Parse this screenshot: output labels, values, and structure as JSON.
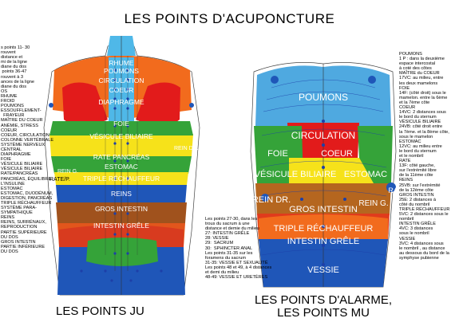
{
  "title": "LES POINTS D'ACUPONCTURE",
  "caption_ju": "LES POINTS JU",
  "caption_mu_line1": "LES POINTS D'ALARME,",
  "caption_mu_line2": "LES POINTS MU",
  "back_labels": {
    "rhume": "RHUME",
    "poumons": "POUMONS",
    "circulation": "CIRCULATION",
    "coeur": "COEUR",
    "diaphragme": "DIAPHRAGME",
    "foie": "FOIE",
    "vesicule": "VÉSICULE BILIAIRE",
    "rate_pancreas": "RATE PANCRÉAS",
    "estomac": "ESTOMAC",
    "triple": "TRIPLE RÉCHAUFFEUR",
    "reins": "REINS",
    "gros_intestin": "GROS INTESTIN",
    "intestin_grele": "INTESTIN GRÊLE",
    "rein_g": "REIN G.",
    "rate_p": "RATE/P.",
    "rein_dr": "REIN DR."
  },
  "front_labels": {
    "poumons": "POUMONS",
    "circulation": "CIRCULATION",
    "foie": "FOIE",
    "coeur": "COEUR",
    "vesicule": "VÉSICULE BILIAIRE",
    "estomac": "ESTOMAC",
    "rein_dr": "REIN DR.",
    "rate": "RATE",
    "gros_intestin": "GROS INTESTIN",
    "rein_g": "REIN G.",
    "triple": "TRIPLE RÉCHAUFFEUR",
    "intestin_grele": "INTESTIN GRÊLE",
    "vessie": "VESSIE"
  },
  "left_text": "s points 11- 30\nrouvent\ndistance et\nmi de la ligne\ndiane du dos\n points 36-47\nrouvent à 3\nances de la ligne\ndiane du dos\nOS\nRHUME\nFROID\nPOUMONS\nESSOUFFLEMENT-\n  FRAYEUR\nMAÎTRE DU COEUR\nANÉMIE, STRESS\nCOEUR\nCOEUR, CIRCULATION\nCOLONNE VERTÉBRALE\nSYSTÈME NERVEUX\nCENTRAL\nDIAPHRAGME\nFOIE\nVÉSICULE BILIAIRE\nVÉSICULE BILIAIRE\nRATE/PANCRÉAS\nPANCRÉAS, ÉQUILIBRE\nL'INSULINE\nESTOMAC\nESTOMAC, DUODÉNUM,\nDIGESTION, PANCRÉAS\nTRIPLE RÉCHAUFFEUR\nSYSTÈME PARA-\nSYMPATHIQUE\nREINS\nREINS, SURRÉNAUX,\nREPRODUCTION\nPARTIE SUPÉRIEURE\nDU DOS\nGROS INTESTIN\nPARTIE INFÉRIEURE\nDU DOS",
  "mid_text": "Les points 27-30, dans les\ntrous du sacrum à une\ndistance et demie du milieu\n27: INTESTIN GRÊLE\n28: VESSIE\n29:  SACRUM\n30:  SPHINCTER ANAL\nLes points 31-35 sur les\nforamens du sacrum\n31-35: VESSIE ET SEXUALITÉ\nLes points 48 et 49, à 4 distances\net demi du milieu\n48-49: VESSIE ET URETÈRES",
  "right_text": "POUMONS\n1 P : dans la deuxième\nespace intercostal\nà coté des côtes\nMAÎTRE du COEUR\n17VC: au milieu, entre\nles deux mamelons\nFOIE\n14F: (côté droit) sous le\nmamelon. entre la 6ème\net la 7ème côte\nCOEUR\n14VC: 2 distances sous\nle bord du sternum\nVÉSICULE BILIAIRE\n24VB: côté droit entre\nla 7ème. et la 8ème côte,\nsous le mamelon\nESTOMAC\n12VC: au milieu entre\nle bord du sternum\net le nombril\nRATE\n13F: côté gauche,\nsur l'extrémité libre\nde la 11ème côte\nREINS\n25VB: sur l'extrémité\nde la 12ème côte\nGROS INTESTIN\n25E: 2 distances à\ncôté du nombril\nTRIPLE RÉCHAUFFEUR\n5VC: 2 distances sous le\nnombril\nINTESTIN GRÊLE\n4VC: 3 distances\nsous le nombril\nVESSIE\n3VC: 4 distances sous\nle nombril , au distance\nau dessous du bord de la\nsymphyse pubienne",
  "colors": {
    "orange": "#f26b1d",
    "red": "#e21b1b",
    "yellow": "#f6e21a",
    "green": "#35a339",
    "blue": "#1f56b8",
    "light_blue": "#4fb8e8",
    "brown": "#a0521d"
  }
}
